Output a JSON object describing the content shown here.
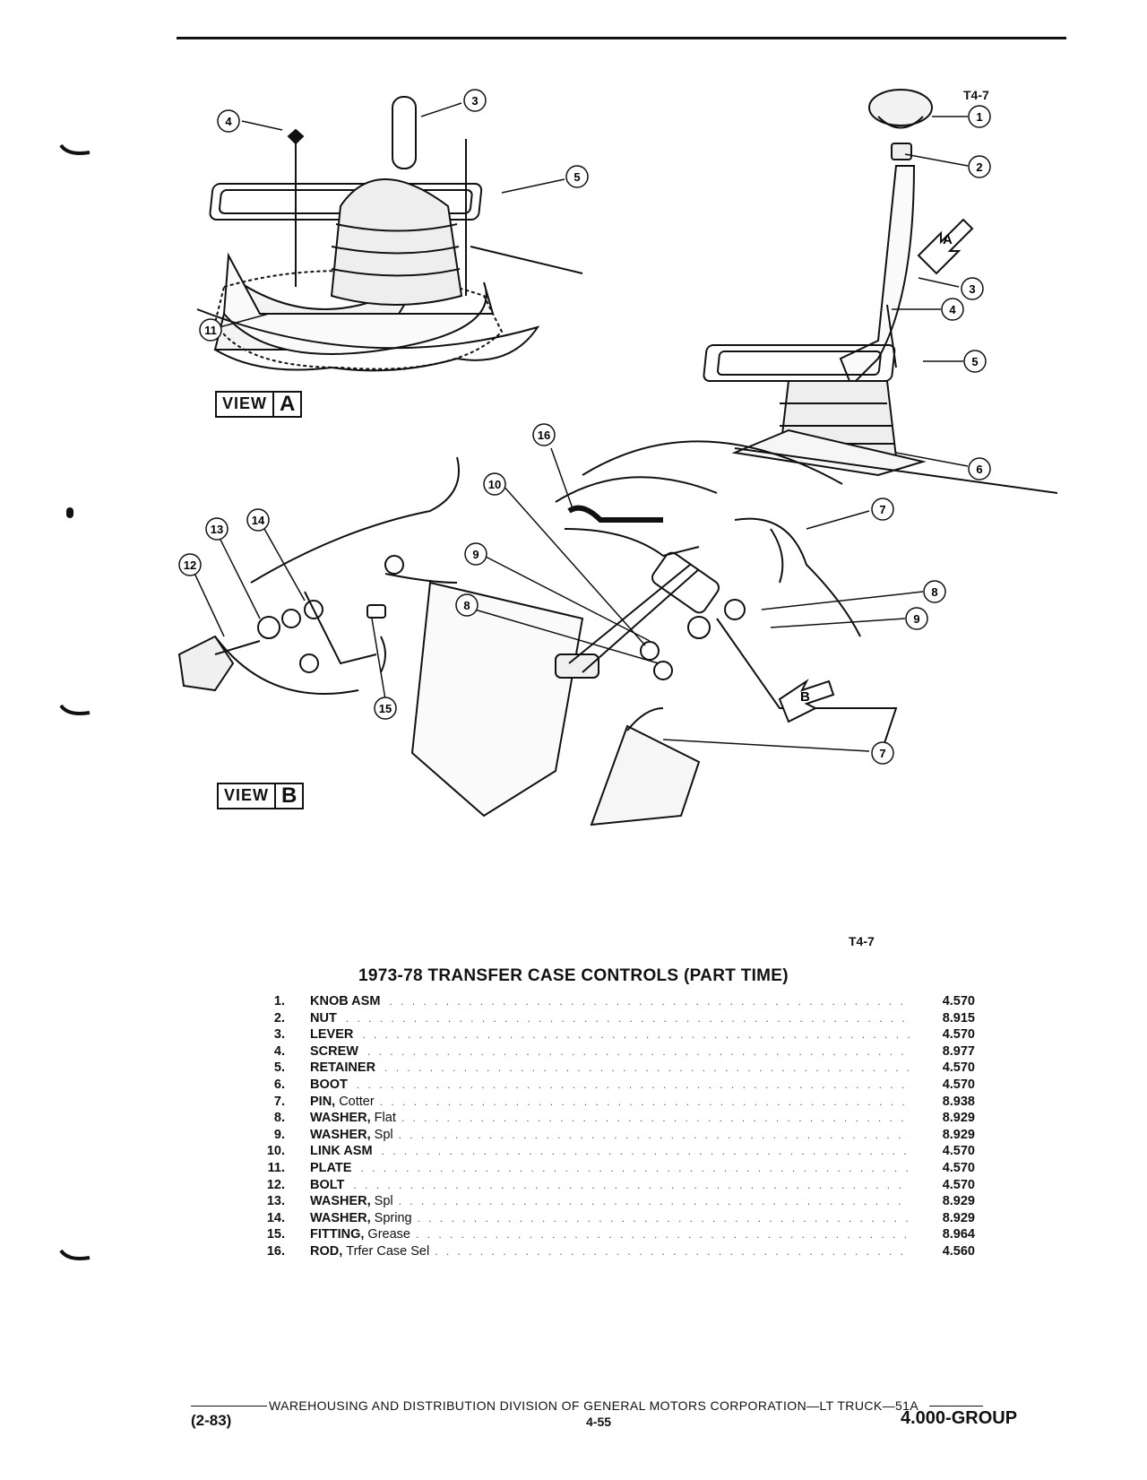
{
  "figure_code_top": "T4-7",
  "figure_code_bottom": "T4-7",
  "view_a": {
    "word": "VIEW",
    "letter": "A"
  },
  "view_b": {
    "word": "VIEW",
    "letter": "B"
  },
  "view_flags": {
    "a": "A",
    "b": "B"
  },
  "callouts": {
    "tl_4": "4",
    "tl_3": "3",
    "tl_5": "5",
    "tl_11": "11",
    "tr_1": "1",
    "tr_2": "2",
    "tr_3": "3",
    "tr_4": "4",
    "tr_5": "5",
    "tr_6": "6",
    "m_16": "16",
    "m_10": "10",
    "m_9": "9",
    "m_8": "8",
    "m_7a": "7",
    "r_8": "8",
    "r_9": "9",
    "r_7b": "7",
    "l_14": "14",
    "l_13": "13",
    "l_12": "12",
    "l_15": "15"
  },
  "parts_title": "1973-78 TRANSFER CASE CONTROLS (PART TIME)",
  "parts": [
    {
      "num": "1.",
      "name": "KNOB ASM",
      "desc": "",
      "code": "4.570"
    },
    {
      "num": "2.",
      "name": "NUT",
      "desc": "",
      "code": "8.915"
    },
    {
      "num": "3.",
      "name": "LEVER",
      "desc": "",
      "code": "4.570"
    },
    {
      "num": "4.",
      "name": "SCREW",
      "desc": "",
      "code": "8.977"
    },
    {
      "num": "5.",
      "name": "RETAINER",
      "desc": "",
      "code": "4.570"
    },
    {
      "num": "6.",
      "name": "BOOT",
      "desc": "",
      "code": "4.570"
    },
    {
      "num": "7.",
      "name": "PIN,",
      "desc": "Cotter",
      "code": "8.938"
    },
    {
      "num": "8.",
      "name": "WASHER,",
      "desc": "Flat",
      "code": "8.929"
    },
    {
      "num": "9.",
      "name": "WASHER,",
      "desc": "Spl",
      "code": "8.929"
    },
    {
      "num": "10.",
      "name": "LINK ASM",
      "desc": "",
      "code": "4.570"
    },
    {
      "num": "11.",
      "name": "PLATE",
      "desc": "",
      "code": "4.570"
    },
    {
      "num": "12.",
      "name": "BOLT",
      "desc": "",
      "code": "4.570"
    },
    {
      "num": "13.",
      "name": "WASHER,",
      "desc": "Spl",
      "code": "8.929"
    },
    {
      "num": "14.",
      "name": "WASHER,",
      "desc": "Spring",
      "code": "8.929"
    },
    {
      "num": "15.",
      "name": "FITTING,",
      "desc": "Grease",
      "code": "8.964"
    },
    {
      "num": "16.",
      "name": "ROD,",
      "desc": "Trfer Case Sel",
      "code": "4.560"
    }
  ],
  "footer": {
    "text": "WAREHOUSING AND DISTRIBUTION  DIVISION OF GENERAL MOTORS CORPORATION—LT TRUCK—51A",
    "code": "(2-83)",
    "page": "4-55",
    "group": "4.000-GROUP"
  }
}
